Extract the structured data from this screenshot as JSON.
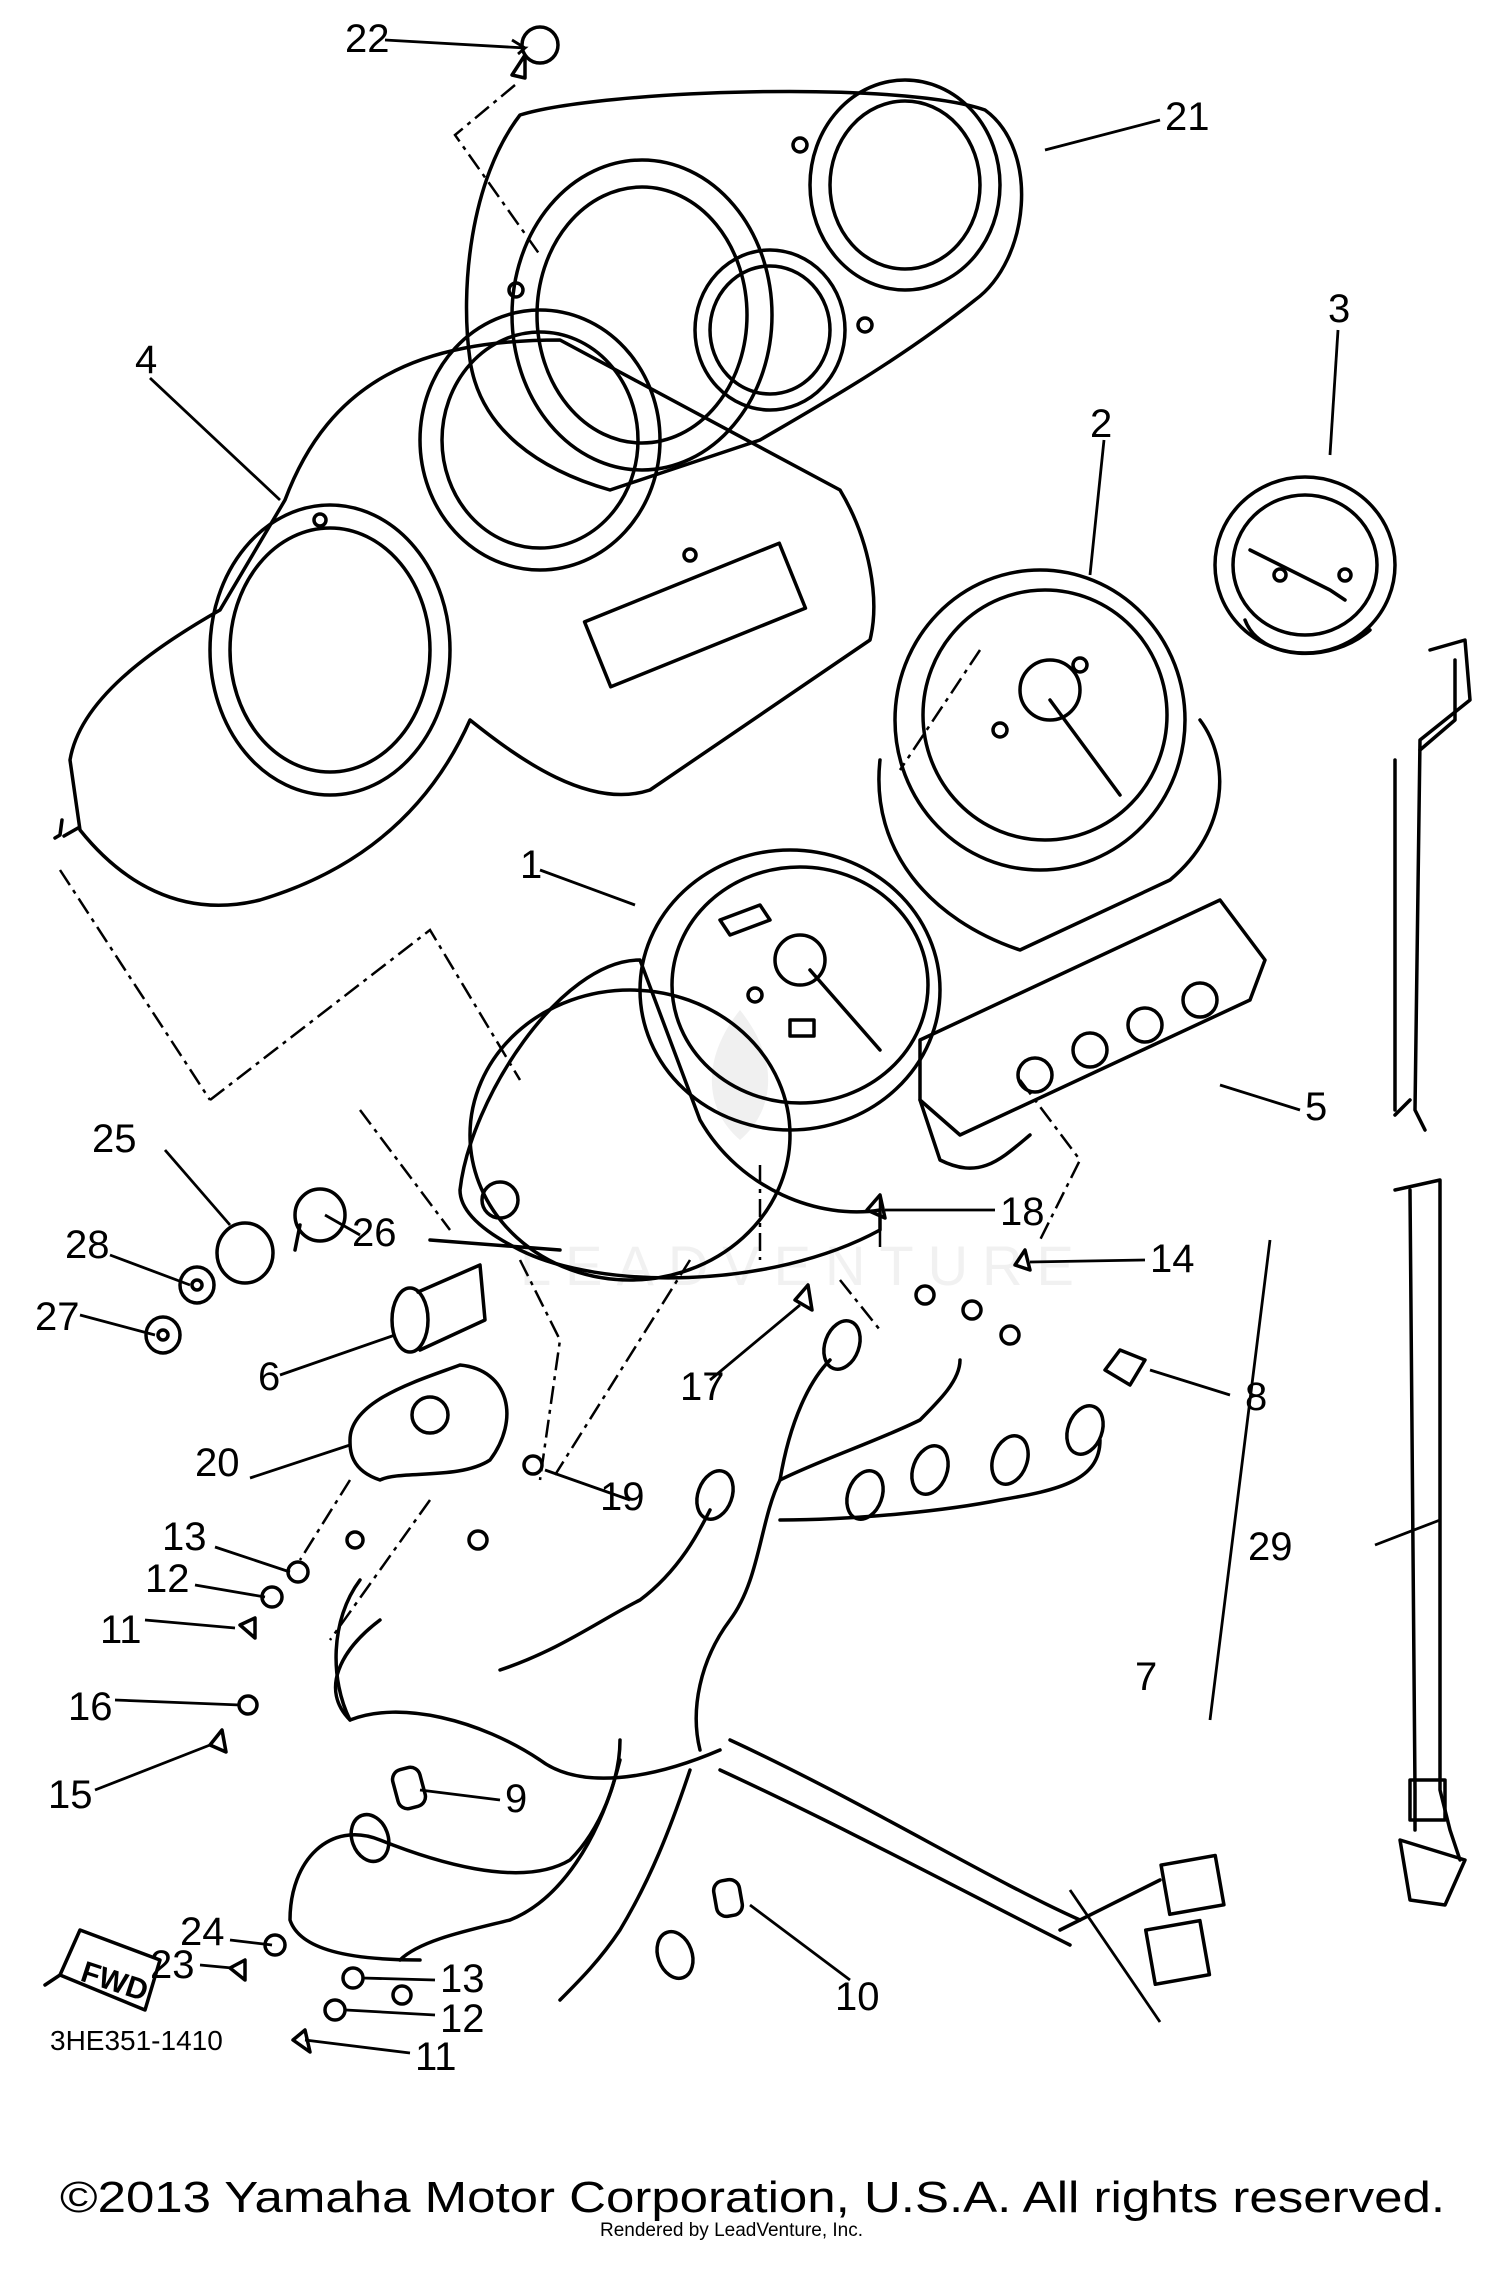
{
  "diagram": {
    "part_numbers": {
      "p1": "1",
      "p2": "2",
      "p3": "3",
      "p4": "4",
      "p5": "5",
      "p6": "6",
      "p7": "7",
      "p8": "8",
      "p9": "9",
      "p10": "10",
      "p11a": "11",
      "p11b": "11",
      "p12a": "12",
      "p12b": "12",
      "p13a": "13",
      "p13b": "13",
      "p14": "14",
      "p15": "15",
      "p16": "16",
      "p17": "17",
      "p18": "18",
      "p19": "19",
      "p20": "20",
      "p21": "21",
      "p22": "22",
      "p23": "23",
      "p24": "24",
      "p25": "25",
      "p26": "26",
      "p27": "27",
      "p28": "28",
      "p29": "29"
    },
    "direction_label": "FWD",
    "drawing_code": "3HE351-1410",
    "watermark": "LEADVENTURE"
  },
  "footer": {
    "copyright": "©2013 Yamaha Motor Corporation, U.S.A. All rights reserved.",
    "rendered_by": "Rendered by LeadVenture, Inc."
  }
}
